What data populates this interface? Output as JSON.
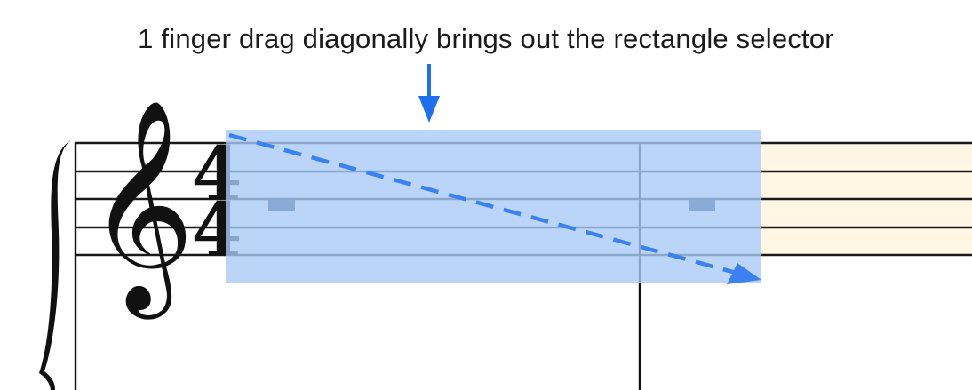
{
  "instruction": {
    "caption": "1 finger drag diagonally brings out the rectangle selector"
  },
  "score": {
    "clef": "treble-clef-icon",
    "time_signature": {
      "top": "4",
      "bottom": "4"
    },
    "measures": [
      {
        "index": 1,
        "content": "whole-rest",
        "selected": true
      },
      {
        "index": 2,
        "content": "whole-rest",
        "selected": true
      },
      {
        "index": 3,
        "content": "empty",
        "selected": false
      }
    ]
  },
  "colors": {
    "selection_fill": "#a9cbf6",
    "selection_opacity": 0.8,
    "gesture_arrow": "#3b82f0",
    "pointer_arrow": "#1e6ff0",
    "highlight_fill": "#fff6e4",
    "staff_lines": "#1a1a1a",
    "rest": "#0d2a4d"
  }
}
